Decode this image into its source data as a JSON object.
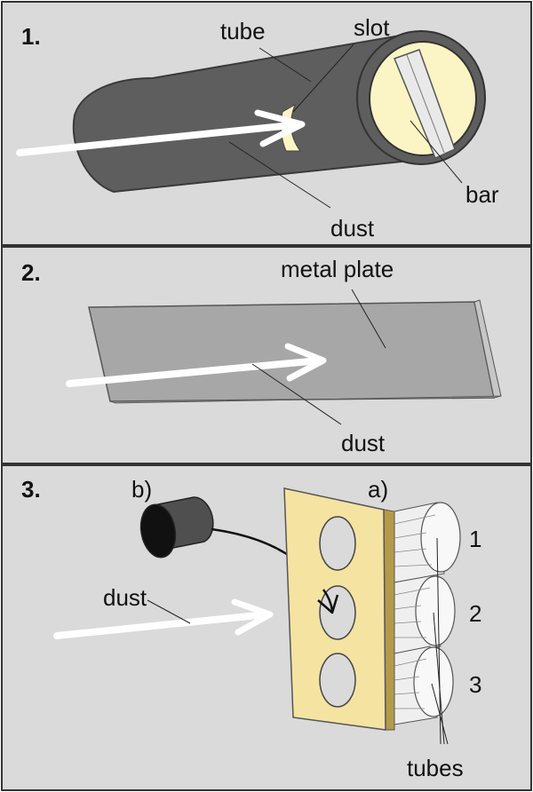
{
  "panels": [
    {
      "number": "1.",
      "labels": {
        "tube": "tube",
        "slot": "slot",
        "bar": "bar",
        "dust": "dust"
      }
    },
    {
      "number": "2.",
      "labels": {
        "plate": "metal plate",
        "dust": "dust"
      }
    },
    {
      "number": "3.",
      "labels": {
        "b": "b)",
        "a": "a)",
        "dust": "dust",
        "t1": "1",
        "t2": "2",
        "t3": "3",
        "tubes": "tubes"
      }
    }
  ],
  "colors": {
    "panel_bg": "#dadada",
    "border": "#333333",
    "tube_gray": "#5e5e5e",
    "tube_edge": "#3a3a3a",
    "cream": "#fbf4c4",
    "plate_gray": "#a7a7a7",
    "plate_yellow": "#f5e3a2",
    "arrow_white": "#ffffff"
  }
}
